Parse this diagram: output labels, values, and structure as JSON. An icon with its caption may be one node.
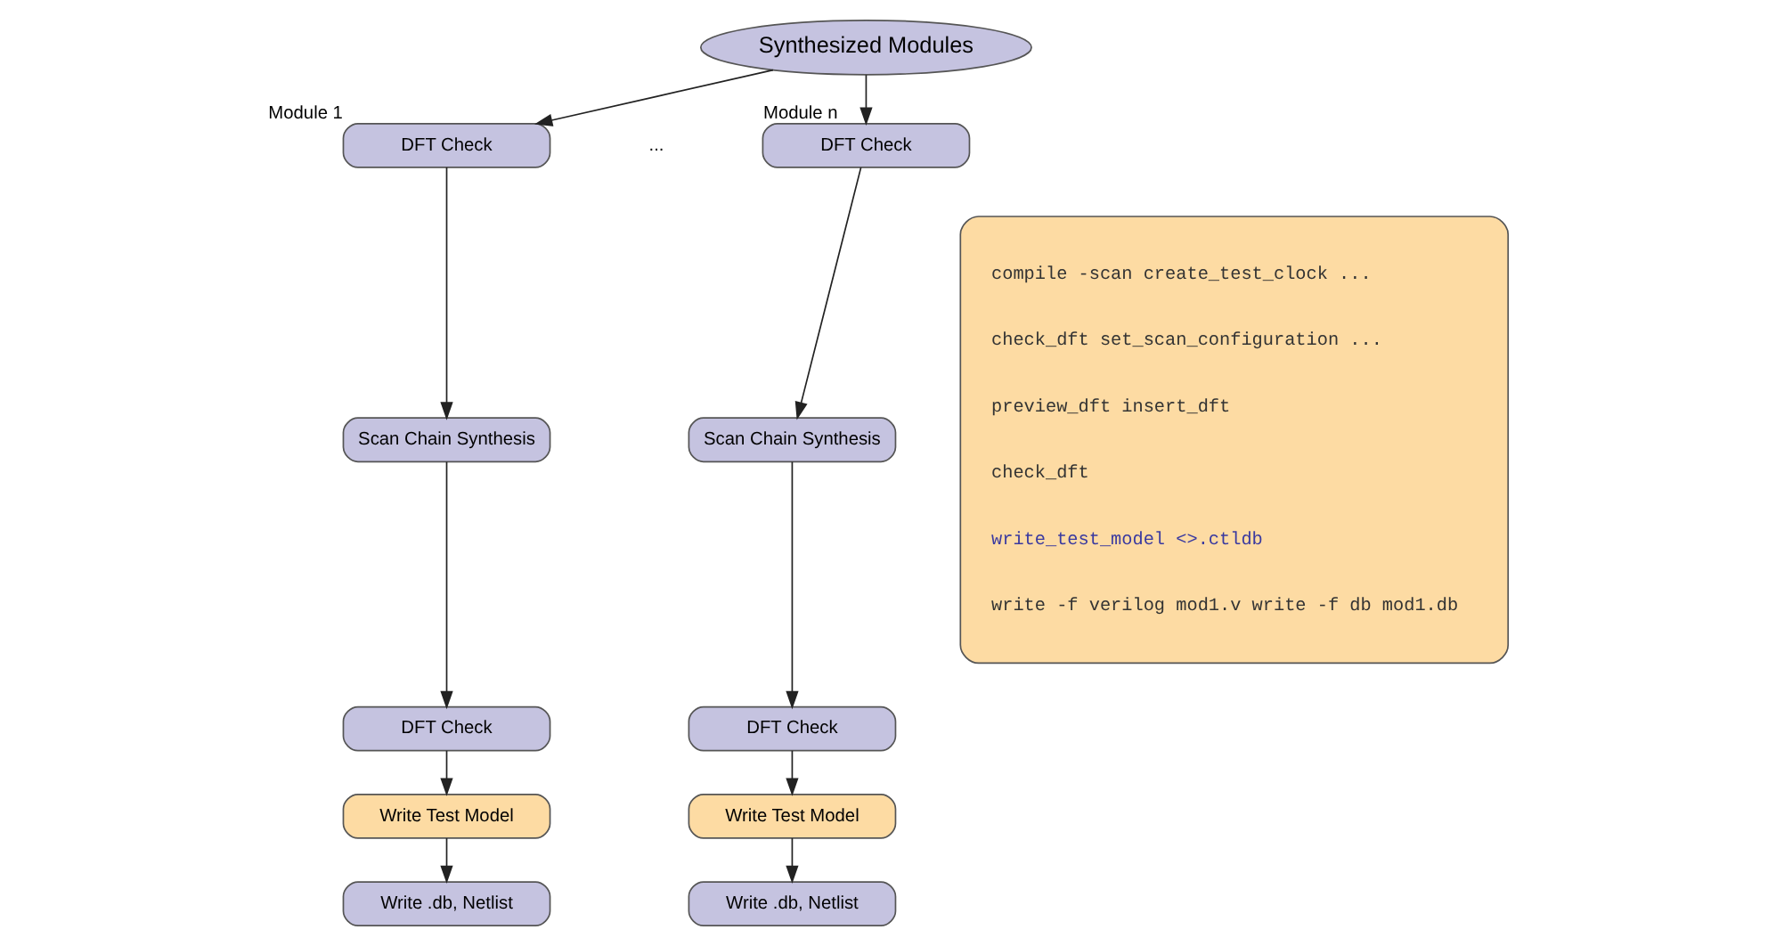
{
  "diagram": {
    "nodes": [
      {
        "text": [
          "Synthesized Modules"
        ]
      },
      {
        "text": [
          "DFT Check"
        ],
        "beside": [
          "Module 1"
        ]
      },
      {
        "text": [
          "Scan Chain Synthesis"
        ]
      },
      {
        "text": [
          "DFT Check"
        ]
      },
      {
        "text": [
          "Write Test Model"
        ]
      },
      {
        "text": [
          "Write .db, Netlist"
        ]
      },
      {
        "text": [
          "DFT Check"
        ],
        "beside": [
          "Module n"
        ]
      },
      {
        "text": [
          "Scan Chain Synthesis"
        ]
      },
      {
        "text": [
          "DFT Check"
        ]
      },
      {
        "text": [
          "Write Test Model"
        ]
      },
      {
        "text": [
          "Write .db, Netlist"
        ]
      },
      {
        "text": [
          "compile -scan create_test_clock ...",
          "check_dft set_scan_configuration ...",
          "preview_dft insert_dft",
          "check_dft",
          "write_test_model <>.ctldb",
          "write -f verilog mod1.v write -f db mod1.db"
        ]
      }
    ],
    "edges": [
      {
        "from": 0,
        "to": 1,
        "arrow": "to"
      },
      {
        "from": 0,
        "to": 6,
        "arrow": "to"
      },
      {
        "from": 1,
        "to": 2,
        "arrow": "to"
      },
      {
        "from": 2,
        "to": 3,
        "arrow": "to"
      },
      {
        "from": 3,
        "to": 4,
        "arrow": "to"
      },
      {
        "from": 4,
        "to": 5,
        "arrow": "to"
      },
      {
        "from": 6,
        "to": 7,
        "arrow": "to"
      },
      {
        "from": 7,
        "to": 8,
        "arrow": "to"
      },
      {
        "from": 8,
        "to": 9,
        "arrow": "to"
      },
      {
        "from": 9,
        "to": 10,
        "arrow": "to"
      }
    ],
    "labels": [
      "..."
    ]
  }
}
